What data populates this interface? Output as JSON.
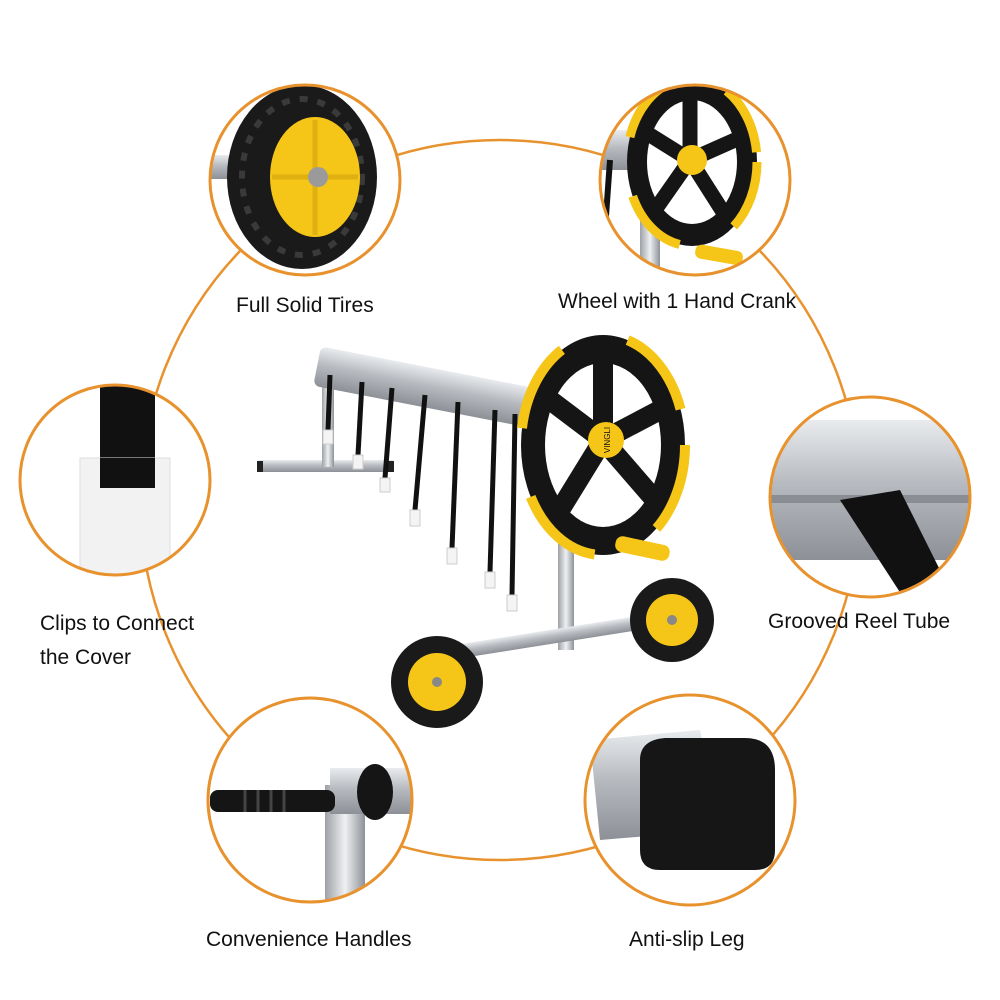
{
  "colors": {
    "ring": "#E8922E",
    "accent_yellow": "#F5C518",
    "black": "#151515",
    "steel": "#B9BDC2"
  },
  "features": [
    {
      "id": "full-solid-tires",
      "icon": "solid-tire-icon",
      "label": "Full Solid Tires"
    },
    {
      "id": "hand-crank",
      "icon": "crank-wheel-icon",
      "label": "Wheel with 1 Hand Crank"
    },
    {
      "id": "clips",
      "icon": "cover-clip-icon",
      "label_line1": "Clips to Connect",
      "label_line2": "the Cover"
    },
    {
      "id": "grooved-tube",
      "icon": "grooved-tube-icon",
      "label": "Grooved Reel Tube"
    },
    {
      "id": "handles",
      "icon": "handle-icon",
      "label": "Convenience Handles"
    },
    {
      "id": "anti-slip",
      "icon": "rubber-foot-icon",
      "label": "Anti-slip Leg"
    }
  ],
  "brand_text": "VINGLI"
}
